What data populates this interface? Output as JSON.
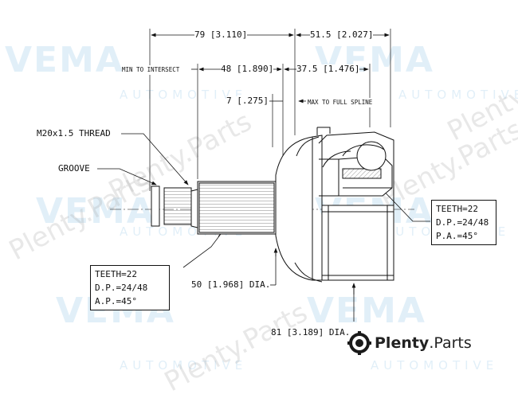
{
  "watermark": {
    "vema": "VEMA",
    "automotive": "AUTOMOTIVE",
    "plenty": "Plenty.Parts"
  },
  "dimensions": {
    "overall_length": "79 [3.110]",
    "outer_length": "51.5 [2.027]",
    "min_to_intersect_label": "MIN TO INTERSECT",
    "min_to_intersect": "48 [1.890]",
    "to_full_spline": "37.5 [1.476]",
    "offset": "7 [.275]",
    "max_to_full_spline": "MAX TO FULL SPLINE",
    "thread": "M20x1.5 THREAD",
    "groove": "GROOVE",
    "shaft_dia": "50 [1.968] DIA.",
    "outer_dia": "81 [3.189] DIA."
  },
  "spec_inner": {
    "teeth": "TEETH=22",
    "dp": "D.P.=24/48",
    "pa": "P.A.=45°"
  },
  "spec_outer": {
    "teeth": "TEETH=22",
    "dp": "D.P.=24/48",
    "ap": "A.P.=45°"
  },
  "brand": {
    "name": "Plenty",
    "suffix": ".Parts"
  }
}
